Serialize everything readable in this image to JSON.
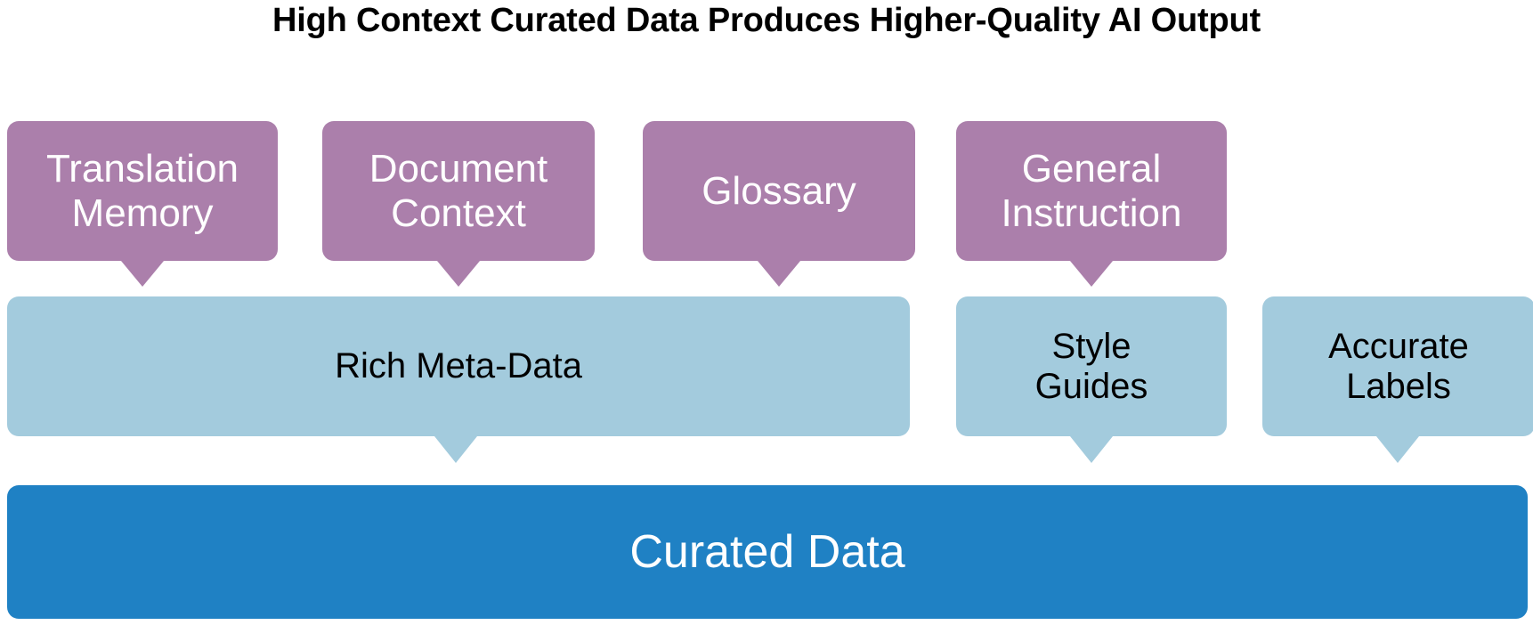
{
  "title": "High Context Curated Data Produces Higher-Quality AI Output",
  "colors": {
    "source_node": "#ab7fab",
    "intermediate_node": "#a3cbdd",
    "result_node": "#1f81c4",
    "background": "#ffffff",
    "source_node_text": "#ffffff",
    "intermediate_node_text": "#000000",
    "result_node_text": "#ffffff",
    "title_text": "#000000"
  },
  "diagram": {
    "type": "flow-diagram",
    "direction": "top-to-bottom",
    "rows": [
      {
        "name": "context-sources",
        "style": "source_node",
        "nodes": [
          {
            "id": "translation-memory",
            "label": "Translation\nMemory",
            "label_line1": "Translation",
            "label_line2": "Memory"
          },
          {
            "id": "document-context",
            "label": "Document\nContext",
            "label_line1": "Document",
            "label_line2": "Context"
          },
          {
            "id": "glossary",
            "label": "Glossary",
            "label_line1": "Glossary",
            "label_line2": ""
          },
          {
            "id": "general-instruction",
            "label": "General\nInstruction",
            "label_line1": "General",
            "label_line2": "Instruction"
          }
        ]
      },
      {
        "name": "data-attributes",
        "style": "intermediate_node",
        "nodes": [
          {
            "id": "rich-meta-data",
            "label": "Rich Meta-Data",
            "label_line1": "Rich Meta-Data",
            "label_line2": ""
          },
          {
            "id": "style-guides",
            "label": "Style\nGuides",
            "label_line1": "Style",
            "label_line2": "Guides"
          },
          {
            "id": "accurate-labels",
            "label": "Accurate\nLabels",
            "label_line1": "Accurate",
            "label_line2": "Labels"
          }
        ]
      },
      {
        "name": "outcome",
        "style": "result_node",
        "nodes": [
          {
            "id": "curated-data",
            "label": "Curated Data",
            "label_line1": "Curated Data",
            "label_line2": ""
          }
        ]
      }
    ],
    "connections": [
      {
        "from": "translation-memory",
        "to": "rich-meta-data"
      },
      {
        "from": "document-context",
        "to": "rich-meta-data"
      },
      {
        "from": "glossary",
        "to": "rich-meta-data"
      },
      {
        "from": "general-instruction",
        "to": "style-guides"
      },
      {
        "from": "rich-meta-data",
        "to": "curated-data"
      },
      {
        "from": "style-guides",
        "to": "curated-data"
      },
      {
        "from": "accurate-labels",
        "to": "curated-data"
      }
    ]
  }
}
